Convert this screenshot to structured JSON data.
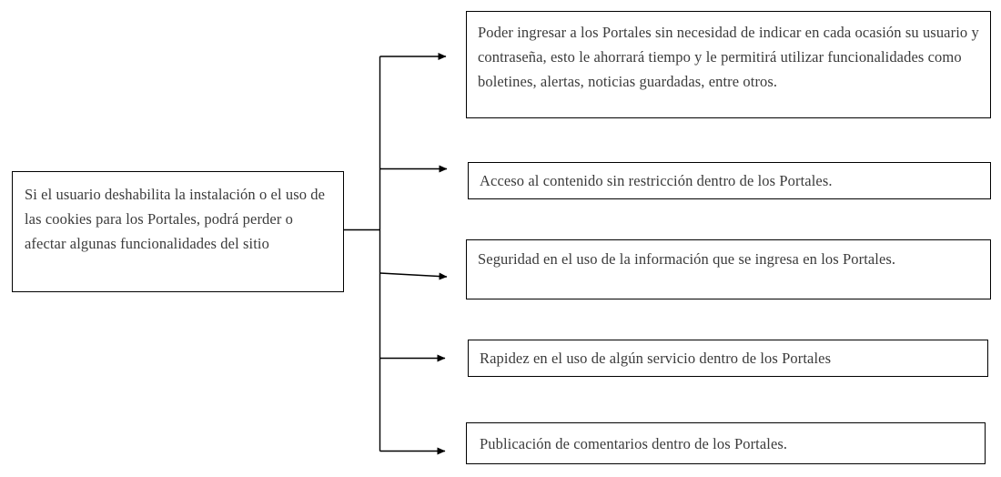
{
  "diagram": {
    "type": "flowchart",
    "orientation": "left-to-right",
    "background_color": "#ffffff",
    "border_color": "#000000",
    "text_color": "#3b3b3b",
    "connector_color": "#000000",
    "source": {
      "id": "source",
      "text": "Si el usuario deshabilita la instalación o el uso de las cookies para los Portales, podrá perder o afectar algunas funcionalidades del sitio"
    },
    "outcomes": [
      {
        "id": "outcome-1",
        "text": " Poder ingresar a los Portales sin necesidad de indicar en cada ocasión su usuario y contraseña, esto le ahorrará tiempo y le    permitirá utilizar funcionalidades como boletines, alertas, noticias guardadas, entre otros."
      },
      {
        "id": "outcome-2",
        "text": "Acceso al contenido sin restricción dentro de los Portales."
      },
      {
        "id": "outcome-3",
        "text": "Seguridad en el uso de la información que se ingresa en los Portales."
      },
      {
        "id": "outcome-4",
        "text": "Rapidez en el uso de algún servicio dentro de los Portales"
      },
      {
        "id": "outcome-5",
        "text": "Publicación de comentarios dentro de los Portales."
      }
    ]
  }
}
